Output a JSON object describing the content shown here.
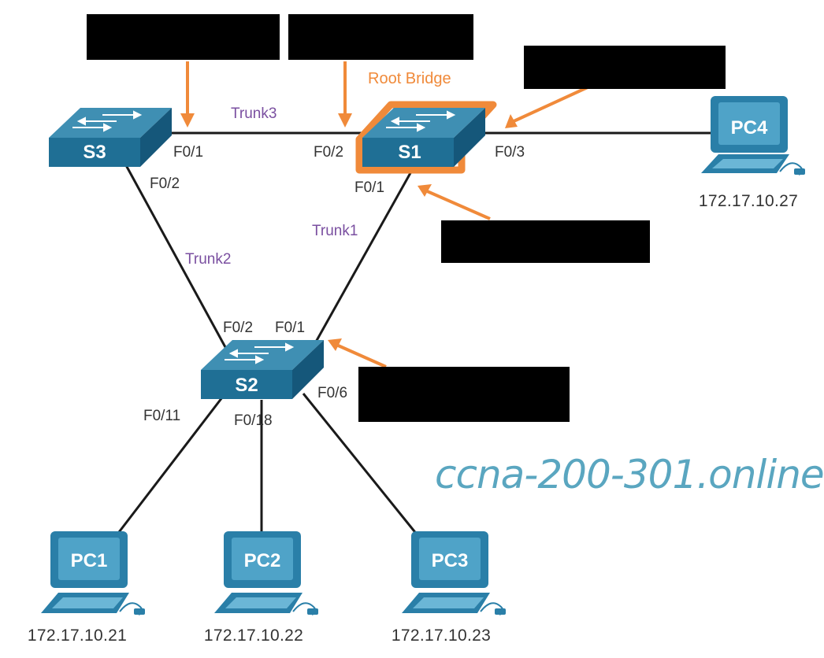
{
  "colors": {
    "link": "#1a1a1a",
    "accent": "#f08a3a",
    "trunk_label": "#7a4fa0",
    "switch_top": "#3f8fb3",
    "switch_front": "#1f6f95",
    "pc_body": "#2a7fa8",
    "watermark": "#5aa6c0"
  },
  "root_bridge_label": "Root Bridge",
  "watermark": "ccna-200-301.online",
  "switches": {
    "s1": "S1",
    "s2": "S2",
    "s3": "S3"
  },
  "pcs": {
    "pc1": {
      "label": "PC1",
      "ip": "172.17.10.21"
    },
    "pc2": {
      "label": "PC2",
      "ip": "172.17.10.22"
    },
    "pc3": {
      "label": "PC3",
      "ip": "172.17.10.23"
    },
    "pc4": {
      "label": "PC4",
      "ip": "172.17.10.27"
    }
  },
  "trunks": {
    "trunk1": "Trunk1",
    "trunk2": "Trunk2",
    "trunk3": "Trunk3"
  },
  "ports": {
    "s3_f01": "F0/1",
    "s3_f02": "F0/2",
    "s1_f02": "F0/2",
    "s1_f03": "F0/3",
    "s1_f01": "F0/1",
    "s2_f02": "F0/2",
    "s2_f01": "F0/1",
    "s2_f06": "F0/6",
    "s2_f011": "F0/11",
    "s2_f018": "F0/18"
  }
}
